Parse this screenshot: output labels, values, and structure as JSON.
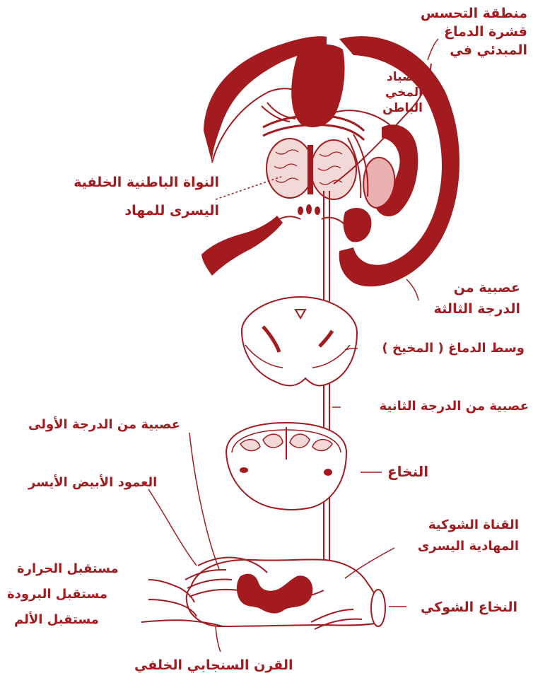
{
  "colors": {
    "ink": "#a31a1f",
    "fill": "#a31a1f",
    "background": "#ffffff"
  },
  "labels": {
    "cortex": {
      "line1": "منطقة التحسس",
      "line2": "قشرة الدماغ",
      "line3": "المبدئي في"
    },
    "internal_capsule": {
      "line1": "الصياد",
      "line2": "المخي",
      "line3": "الباطن"
    },
    "thalamus": {
      "line1": "النواة الباطنية الخلفية",
      "line2": "اليسرى للمهاد"
    },
    "third_order": {
      "line1": "عصبية من",
      "line2": "الدرجة الثالثة"
    },
    "midbrain": "وسط الدماغ ( المخيخ )",
    "second_order": "عصبية من الدرجة الثانية",
    "first_order": "عصبية من الدرجة الأولى",
    "medulla": "النخاع",
    "white_column": "العمود الأبيض الأيسر",
    "spinothalamic": {
      "line1": "القناة الشوكية",
      "line2": "المهادية اليسرى"
    },
    "heat_receptor": "مستقبل الحرارة",
    "cold_receptor": "مستقبل البرودة",
    "pain_receptor": "مستقبل الألم",
    "spinal_cord": "النخاع الشوكي",
    "dorsal_horn": "القرن السنجابي الخلفي"
  }
}
